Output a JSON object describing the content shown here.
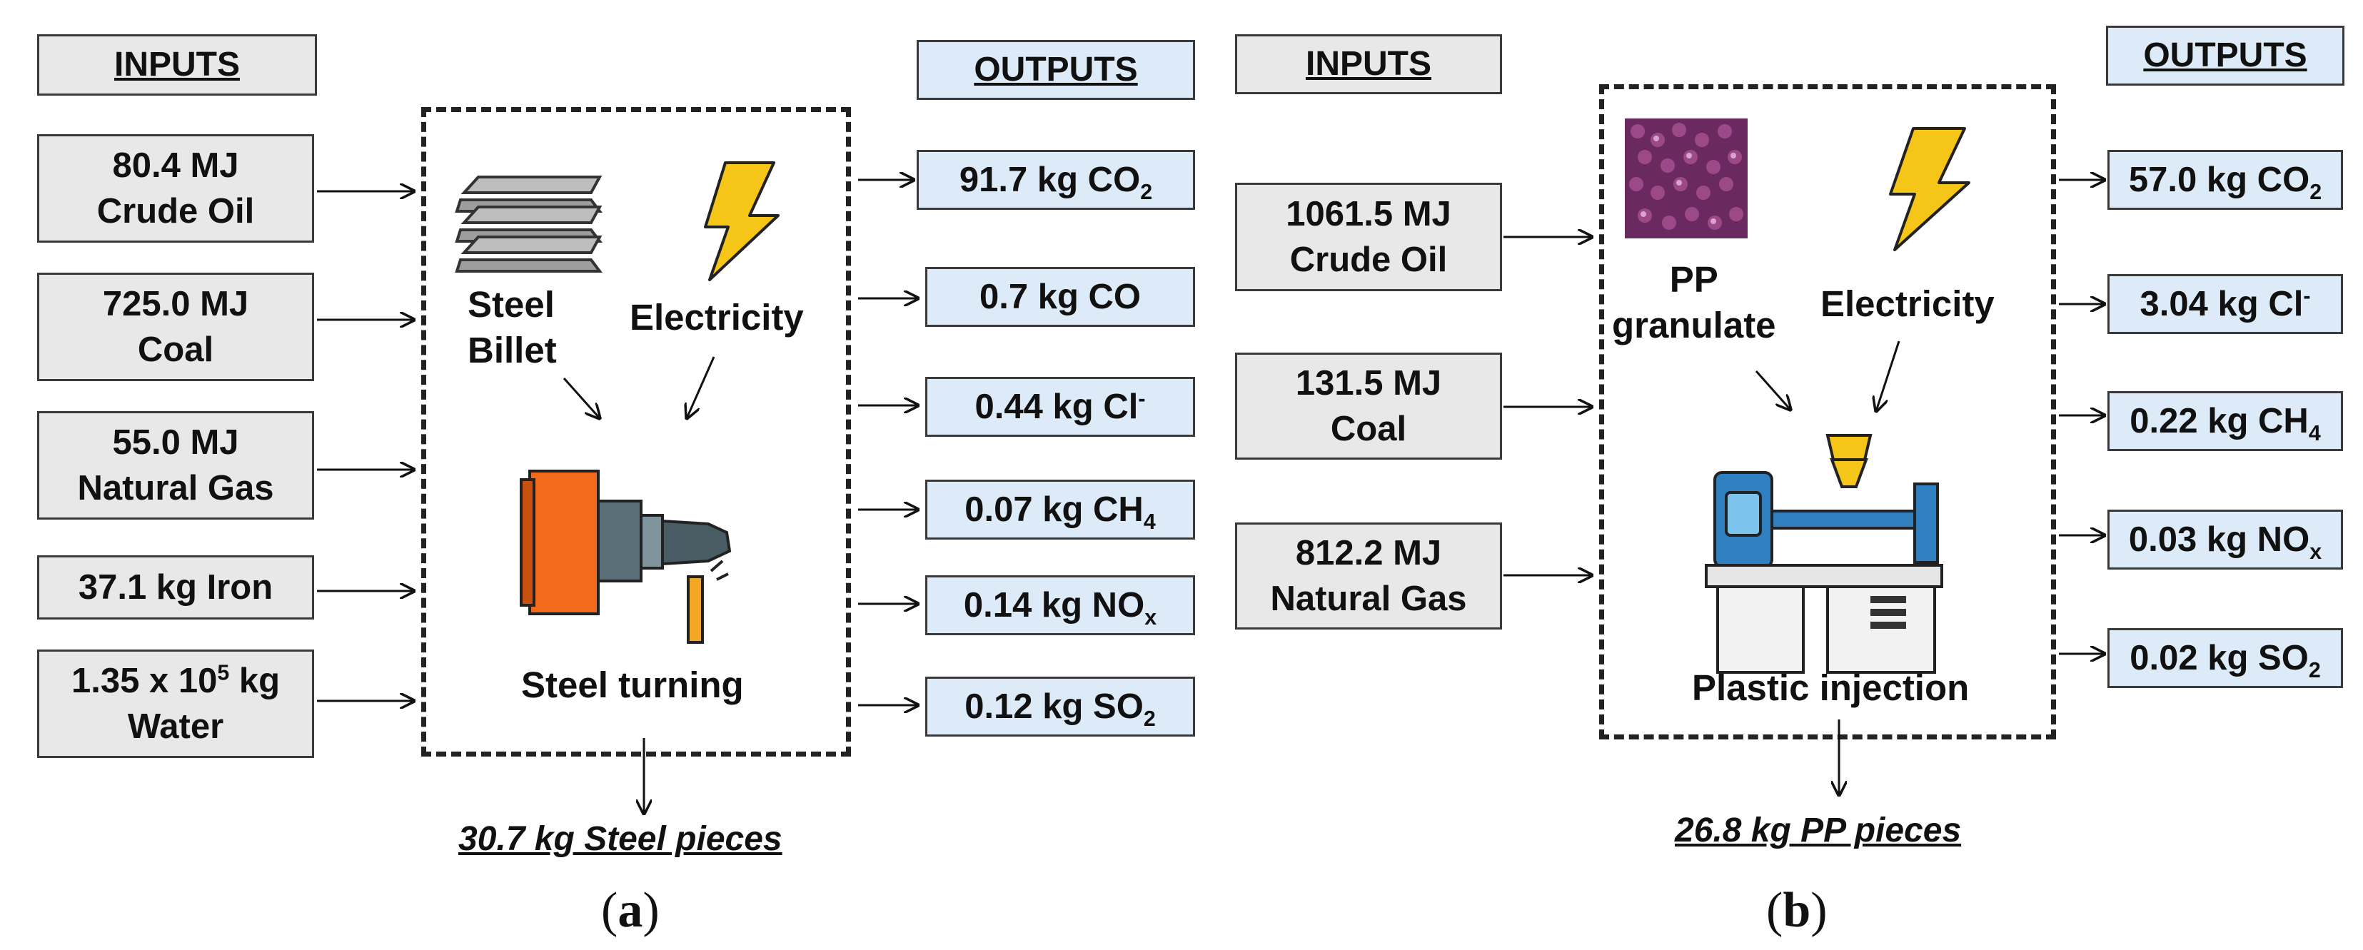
{
  "panel_a": {
    "inputs_header": "INPUTS",
    "outputs_header": "OUTPUTS",
    "inputs": [
      {
        "line1": "80.4 MJ",
        "line2": "Crude Oil"
      },
      {
        "line1": "725.0 MJ",
        "line2": "Coal"
      },
      {
        "line1": "55.0 MJ",
        "line2": "Natural Gas"
      },
      {
        "line1": "37.1 kg Iron",
        "line2": ""
      },
      {
        "line1a": "1.35 x 10",
        "sup": "5",
        "line1b": " kg",
        "line2": "Water"
      }
    ],
    "outputs": [
      {
        "text": "91.7 kg CO",
        "sub": "2",
        "sup": ""
      },
      {
        "text": "0.7 kg CO",
        "sub": "",
        "sup": ""
      },
      {
        "text": "0.44 kg Cl",
        "sub": "",
        "sup": "-"
      },
      {
        "text": "0.07 kg CH",
        "sub": "4",
        "sup": ""
      },
      {
        "text": "0.14 kg NO",
        "sub": "x",
        "sup": ""
      },
      {
        "text": "0.12 kg SO",
        "sub": "2",
        "sup": ""
      }
    ],
    "process_label": "Steel turning",
    "material_line1": "Steel",
    "material_line2": "Billet",
    "energy_label": "Electricity",
    "product": "30.7 kg Steel pieces",
    "caption_open": "(",
    "caption_letter": "a",
    "caption_close": ")"
  },
  "panel_b": {
    "inputs_header": "INPUTS",
    "outputs_header": "OUTPUTS",
    "inputs": [
      {
        "line1": "1061.5 MJ",
        "line2": "Crude Oil"
      },
      {
        "line1": "131.5 MJ",
        "line2": "Coal"
      },
      {
        "line1": "812.2 MJ",
        "line2": "Natural Gas"
      }
    ],
    "outputs": [
      {
        "text": "57.0 kg CO",
        "sub": "2",
        "sup": ""
      },
      {
        "text": "3.04 kg Cl",
        "sub": "",
        "sup": "-"
      },
      {
        "text": "0.22 kg CH",
        "sub": "4",
        "sup": ""
      },
      {
        "text": "0.03 kg NO",
        "sub": "x",
        "sup": ""
      },
      {
        "text": "0.02 kg SO",
        "sub": "2",
        "sup": ""
      }
    ],
    "process_label": "Plastic injection",
    "material_line1": "PP",
    "material_line2": "granulate",
    "energy_label": "Electricity",
    "product": "26.8 kg PP pieces",
    "caption_open": "(",
    "caption_letter": "b",
    "caption_close": ")"
  },
  "colors": {
    "input_fill": "#e8e8e8",
    "output_fill": "#dcebf7",
    "bolt": "#f5c518",
    "steel_orange": "#f26a1b",
    "pp_purple": "#7a2f6b",
    "machine_blue": "#2f7fc1"
  }
}
